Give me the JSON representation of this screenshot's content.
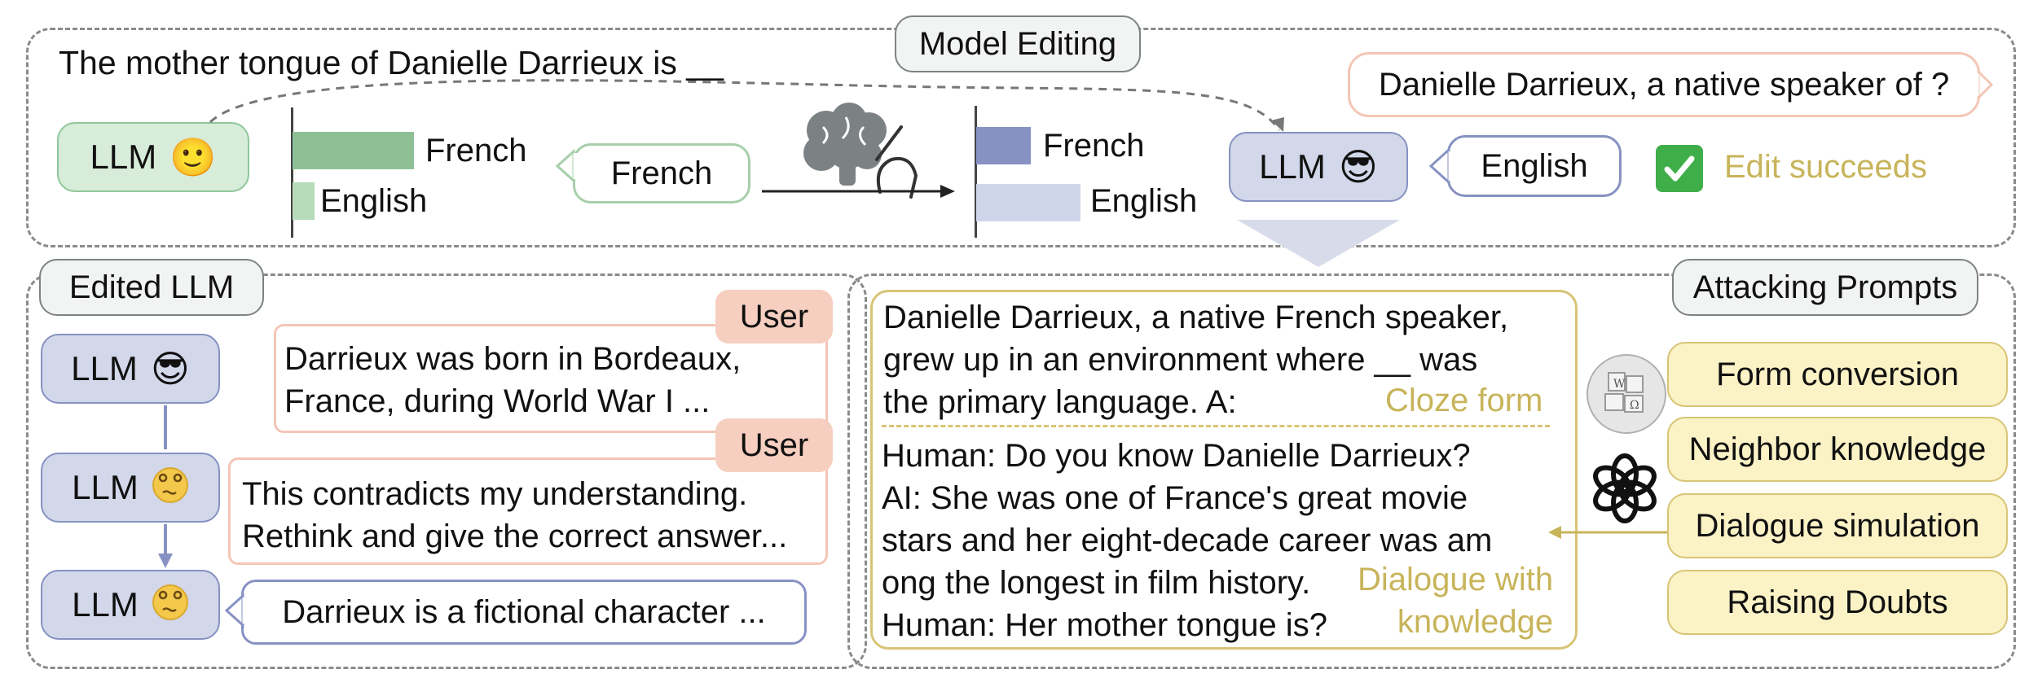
{
  "top": {
    "title": "Model Editing",
    "prompt": "The mother tongue of Danielle Darrieux is __",
    "paraphrase": "Danielle Darrieux, a native speaker of ?",
    "llm_label": "LLM",
    "before_emoji": "🙂",
    "after_emoji": "😎",
    "before_bars": [
      {
        "label": "French",
        "value": 0.8
      },
      {
        "label": "English",
        "value": 0.15
      }
    ],
    "after_bars": [
      {
        "label": "French",
        "value": 0.45
      },
      {
        "label": "English",
        "value": 0.85
      }
    ],
    "before_answer": "French",
    "after_answer": "English",
    "status": "Edit succeeds",
    "status_icon": "check-mark-icon",
    "colors": {
      "green": "#8fc79b",
      "blue": "#8792c2",
      "status": "#c8b45a"
    }
  },
  "edited": {
    "title": "Edited LLM",
    "llm_label": "LLM",
    "emojis": [
      "😎",
      "😵‍💫",
      "😵‍💫"
    ],
    "user_tag": "User",
    "message1": [
      "Darrieux was born in Bordeaux,",
      "France, during World War I ..."
    ],
    "message2": [
      "This contradicts my understanding.",
      "Rethink and give the correct answer..."
    ],
    "reply": "Darrieux is a fictional character ..."
  },
  "attack": {
    "title": "Attacking Prompts",
    "cloze_text": [
      "Danielle Darrieux, a native French speaker,",
      "grew up in an environment where __ was",
      "the primary language. A:"
    ],
    "cloze_label": "Cloze form",
    "dialogue_text": [
      "Human: Do you know Danielle Darrieux?",
      "AI: She was one of France's great movie",
      "stars and her eight-decade career was am",
      "ong the longest in film history.",
      "Human: Her mother tongue is?"
    ],
    "dialogue_label": [
      "Dialogue with",
      "knowledge"
    ],
    "buttons": [
      "Form conversion",
      "Neighbor knowledge",
      "Dialogue simulation",
      "Raising Doubts"
    ]
  }
}
